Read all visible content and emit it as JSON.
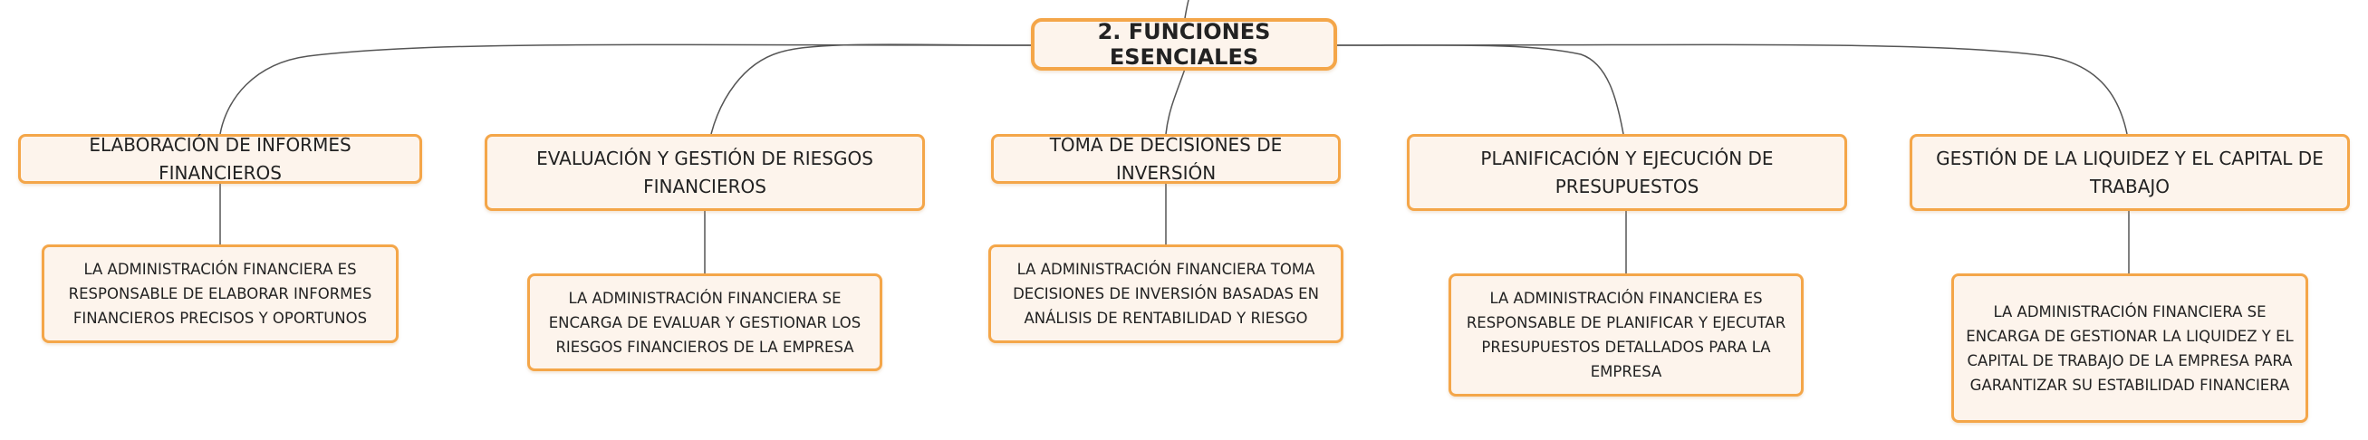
{
  "root": {
    "label": "2. FUNCIONES ESENCIALES"
  },
  "branches": [
    {
      "title": "ELABORACIÓN DE INFORMES FINANCIEROS",
      "detail": "LA ADMINISTRACIÓN FINANCIERA ES RESPONSABLE DE ELABORAR INFORMES FINANCIEROS PRECISOS Y OPORTUNOS"
    },
    {
      "title": "EVALUACIÓN Y GESTIÓN DE RIESGOS FINANCIEROS",
      "detail": "LA ADMINISTRACIÓN FINANCIERA SE ENCARGA DE EVALUAR Y GESTIONAR LOS RIESGOS FINANCIEROS DE LA EMPRESA"
    },
    {
      "title": "TOMA DE DECISIONES DE INVERSIÓN",
      "detail": "LA ADMINISTRACIÓN FINANCIERA TOMA DECISIONES DE INVERSIÓN BASADAS EN ANÁLISIS DE RENTABILIDAD Y RIESGO"
    },
    {
      "title": "PLANIFICACIÓN Y EJECUCIÓN DE PRESUPUESTOS",
      "detail": "LA ADMINISTRACIÓN FINANCIERA ES RESPONSABLE DE PLANIFICAR Y EJECUTAR PRESUPUESTOS DETALLADOS PARA LA EMPRESA"
    },
    {
      "title": "GESTIÓN DE LA LIQUIDEZ Y EL CAPITAL DE TRABAJO",
      "detail": "LA ADMINISTRACIÓN FINANCIERA SE ENCARGA DE GESTIONAR LA LIQUIDEZ Y EL CAPITAL DE TRABAJO DE LA EMPRESA PARA GARANTIZAR SU ESTABILIDAD FINANCIERA"
    }
  ],
  "colors": {
    "border": "#f4a649",
    "fill": "#fdf4ec",
    "line": "#555555"
  }
}
